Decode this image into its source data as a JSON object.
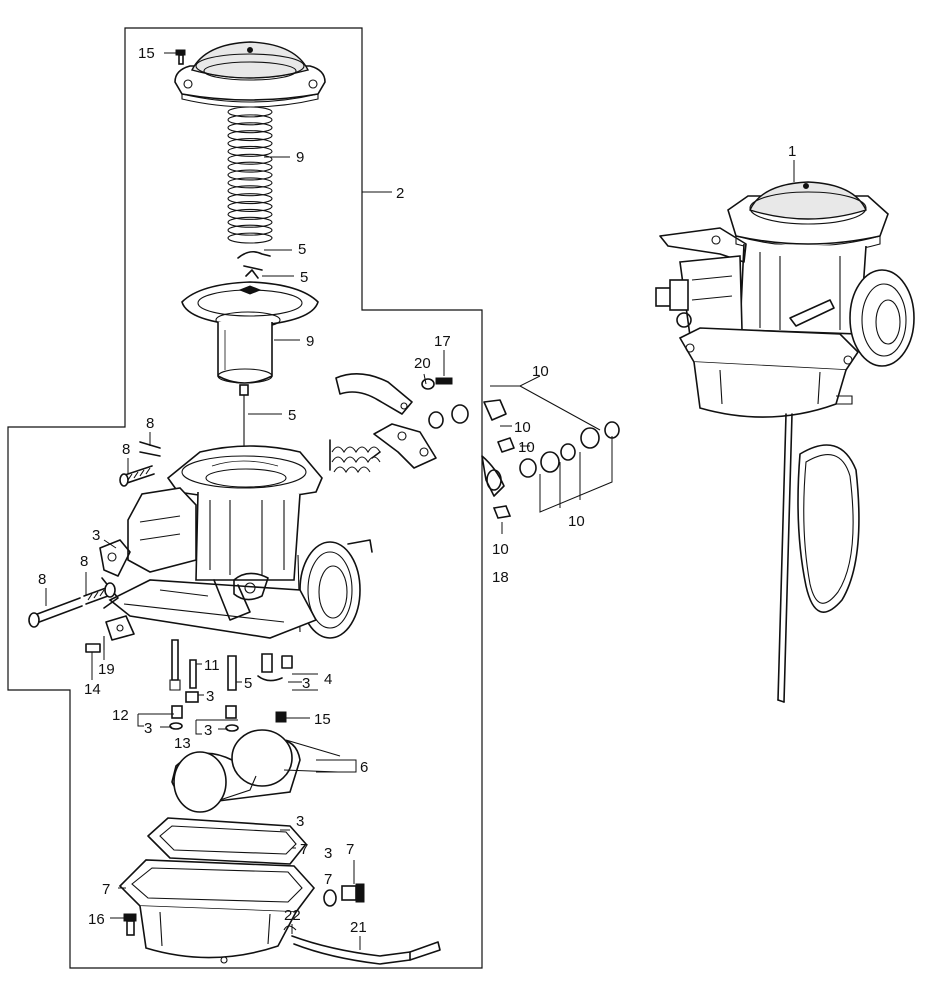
{
  "diagram": {
    "labels": [
      {
        "id": "l15a",
        "text": "15"
      },
      {
        "id": "l9a",
        "text": "9"
      },
      {
        "id": "l2",
        "text": "2"
      },
      {
        "id": "l5a",
        "text": "5"
      },
      {
        "id": "l5b",
        "text": "5"
      },
      {
        "id": "l9b",
        "text": "9"
      },
      {
        "id": "l5c",
        "text": "5"
      },
      {
        "id": "l8a",
        "text": "8"
      },
      {
        "id": "l8b",
        "text": "8"
      },
      {
        "id": "l3a",
        "text": "3"
      },
      {
        "id": "l8c",
        "text": "8"
      },
      {
        "id": "l8d",
        "text": "8"
      },
      {
        "id": "l19",
        "text": "19"
      },
      {
        "id": "l14",
        "text": "14"
      },
      {
        "id": "l11",
        "text": "11"
      },
      {
        "id": "l3b",
        "text": "3"
      },
      {
        "id": "l5d",
        "text": "5"
      },
      {
        "id": "l3c",
        "text": "3"
      },
      {
        "id": "l4",
        "text": "4"
      },
      {
        "id": "l12",
        "text": "12"
      },
      {
        "id": "l3d",
        "text": "3"
      },
      {
        "id": "l13",
        "text": "13"
      },
      {
        "id": "l3e",
        "text": "3"
      },
      {
        "id": "l15b",
        "text": "15"
      },
      {
        "id": "l6",
        "text": "6"
      },
      {
        "id": "l3f",
        "text": "3"
      },
      {
        "id": "l7a",
        "text": "7"
      },
      {
        "id": "l3g",
        "text": "3"
      },
      {
        "id": "l7b",
        "text": "7"
      },
      {
        "id": "l7c",
        "text": "7"
      },
      {
        "id": "l7d",
        "text": "7"
      },
      {
        "id": "l16",
        "text": "16"
      },
      {
        "id": "l22",
        "text": "22"
      },
      {
        "id": "l21",
        "text": "21"
      },
      {
        "id": "l17",
        "text": "17"
      },
      {
        "id": "l20",
        "text": "20"
      },
      {
        "id": "l10a",
        "text": "10"
      },
      {
        "id": "l10b",
        "text": "10"
      },
      {
        "id": "l10c",
        "text": "10"
      },
      {
        "id": "l10d",
        "text": "10"
      },
      {
        "id": "l10e",
        "text": "10"
      },
      {
        "id": "l18",
        "text": "18"
      },
      {
        "id": "l1",
        "text": "1"
      }
    ]
  }
}
